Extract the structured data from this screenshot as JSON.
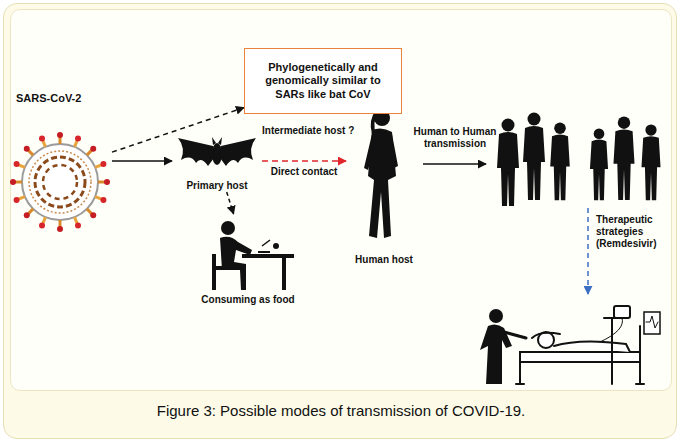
{
  "diagram": {
    "caption": "Figure 3: Possible modes of transmission of COVID-19.",
    "nodes": [
      {
        "text": [
          "SARS-CoV-2"
        ]
      },
      {
        "text": [
          "Phylogenetically and genomically similar to SARs like bat CoV"
        ]
      },
      {
        "text": [
          "Primary host"
        ]
      },
      {
        "text": [
          "Consuming as food"
        ]
      },
      {
        "text": [
          "Human host"
        ]
      }
    ],
    "edges": [
      {
        "from": 0,
        "to": 1,
        "arrow": "to"
      },
      {
        "from": 0,
        "to": 2,
        "arrow": "to"
      },
      {
        "from": 2,
        "to": 3,
        "arrow": "to"
      },
      {
        "from": 2,
        "to": 4,
        "arrow": "to",
        "label": "Direct contact"
      }
    ],
    "labels": [
      "Intermediate host ?",
      "Human to Human transmission",
      "Therapeutic strategies (Remdesivir)"
    ]
  }
}
